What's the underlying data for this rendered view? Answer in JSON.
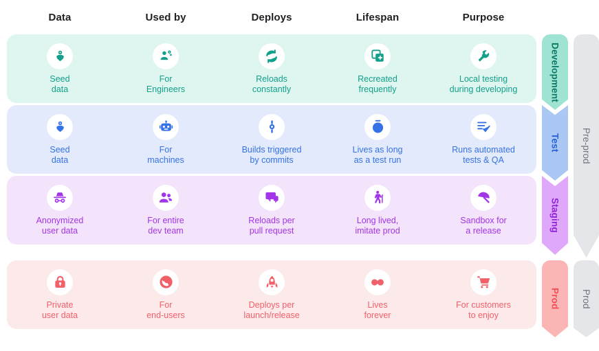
{
  "columns": [
    "Data",
    "Used by",
    "Deploys",
    "Lifespan",
    "Purpose"
  ],
  "rows": [
    {
      "stage": "Development",
      "group": "Pre-prod",
      "accent": "#12a08a",
      "band": "#dff6f0",
      "chevron": "#9fe3d2",
      "cells": [
        {
          "icon": "seed-flower-icon",
          "label": "Seed\ndata"
        },
        {
          "icon": "engineer-gears-icon",
          "label": "For\nEngineers"
        },
        {
          "icon": "reload-sync-icon",
          "label": "Reloads\nconstantly"
        },
        {
          "icon": "copy-plus-icon",
          "label": "Recreated\nfrequently"
        },
        {
          "icon": "wrench-icon",
          "label": "Local testing\nduring developing"
        }
      ]
    },
    {
      "stage": "Test",
      "group": "Pre-prod",
      "accent": "#3572e8",
      "band": "#e2eafc",
      "chevron": "#abc8f4",
      "cells": [
        {
          "icon": "seed-flower-icon",
          "label": "Seed\ndata"
        },
        {
          "icon": "robot-icon",
          "label": "For\nmachines"
        },
        {
          "icon": "commit-icon",
          "label": "Builds triggered\nby commits"
        },
        {
          "icon": "stopwatch-icon",
          "label": "Lives as long\nas a test run"
        },
        {
          "icon": "checklist-icon",
          "label": "Runs automated\ntests & QA"
        }
      ]
    },
    {
      "stage": "Staging",
      "group": "Pre-prod",
      "accent": "#a335e8",
      "band": "#f3e3fb",
      "chevron": "#dfa8fb",
      "cells": [
        {
          "icon": "incognito-icon",
          "label": "Anonymized\nuser data"
        },
        {
          "icon": "people-group-icon",
          "label": "For entire\ndev team"
        },
        {
          "icon": "chat-bubble-icon",
          "label": "Reloads per\npull request"
        },
        {
          "icon": "walking-cane-icon",
          "label": "Long lived,\nimitate prod"
        },
        {
          "icon": "beach-umbrella-icon",
          "label": "Sandbox for\na release"
        }
      ]
    },
    {
      "stage": "Prod",
      "group": "Prod",
      "accent": "#f2606a",
      "band": "#fce9e9",
      "chevron": "#fbb5b5",
      "cells": [
        {
          "icon": "lock-icon",
          "label": "Private\nuser data"
        },
        {
          "icon": "globe-icon",
          "label": "For\nend-users"
        },
        {
          "icon": "rocket-icon",
          "label": "Deploys per\nlaunch/release"
        },
        {
          "icon": "infinity-icon",
          "label": "Lives\nforever"
        },
        {
          "icon": "shopping-cart-icon",
          "label": "For customers\nto enjoy"
        }
      ]
    }
  ],
  "groups": [
    {
      "label": "Pre-prod"
    },
    {
      "label": "Prod"
    }
  ]
}
